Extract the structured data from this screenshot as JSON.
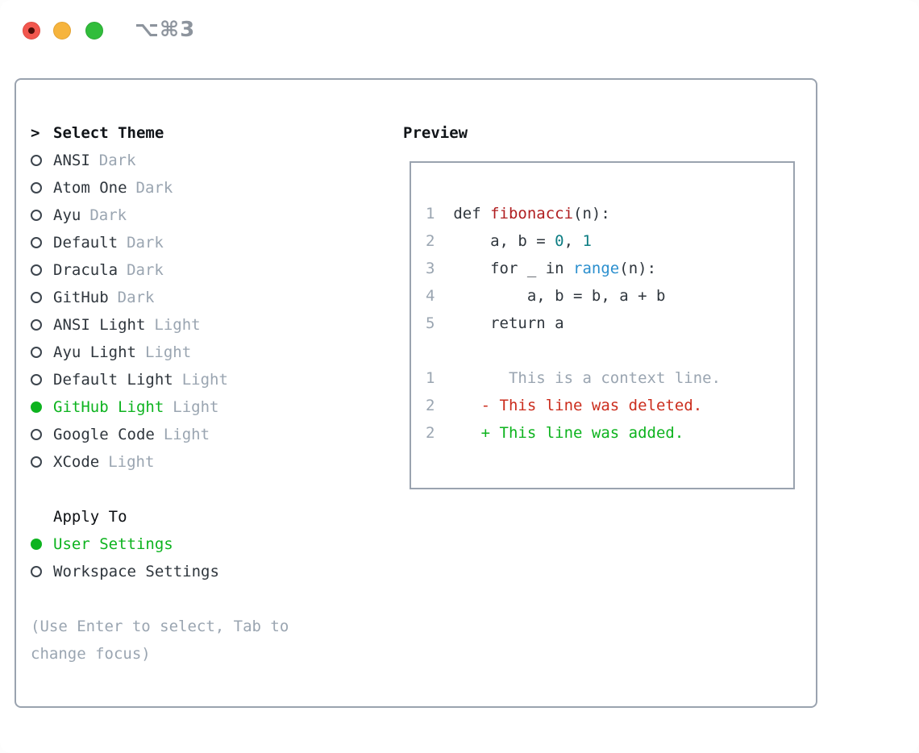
{
  "window": {
    "title": "⌥⌘3",
    "traffic_lights": {
      "red": "#f2574e",
      "yellow": "#f6b43d",
      "green": "#31bd3b"
    }
  },
  "theme_picker": {
    "prompt": ">",
    "header": "Select Theme",
    "items": [
      {
        "name": "ANSI",
        "variant": "Dark",
        "selected": false
      },
      {
        "name": "Atom One",
        "variant": "Dark",
        "selected": false
      },
      {
        "name": "Ayu",
        "variant": "Dark",
        "selected": false
      },
      {
        "name": "Default",
        "variant": "Dark",
        "selected": false
      },
      {
        "name": "Dracula",
        "variant": "Dark",
        "selected": false
      },
      {
        "name": "GitHub",
        "variant": "Dark",
        "selected": false
      },
      {
        "name": "ANSI Light",
        "variant": "Light",
        "selected": false
      },
      {
        "name": "Ayu Light",
        "variant": "Light",
        "selected": false
      },
      {
        "name": "Default Light",
        "variant": "Light",
        "selected": false
      },
      {
        "name": "GitHub Light",
        "variant": "Light",
        "selected": true
      },
      {
        "name": "Google Code",
        "variant": "Light",
        "selected": false
      },
      {
        "name": "XCode",
        "variant": "Light",
        "selected": false
      }
    ]
  },
  "apply_to": {
    "label": "Apply To",
    "options": [
      {
        "label": "User Settings",
        "selected": true
      },
      {
        "label": "Workspace Settings",
        "selected": false
      }
    ]
  },
  "footer": {
    "lines": [
      "(Use Enter to select, Tab to",
      "change focus)"
    ]
  },
  "preview": {
    "label": "Preview",
    "lines": [
      [
        {
          "t": "1",
          "c": "line-number"
        },
        {
          "t": "  def ",
          "c": "codetxt"
        },
        {
          "t": "fibonacci",
          "c": "function"
        },
        {
          "t": "(n):",
          "c": "codetxt"
        }
      ],
      [
        {
          "t": "2",
          "c": "line-number"
        },
        {
          "t": "      a, b = ",
          "c": "codetxt"
        },
        {
          "t": "0",
          "c": "literal"
        },
        {
          "t": ", ",
          "c": "codetxt"
        },
        {
          "t": "1",
          "c": "literal"
        }
      ],
      [
        {
          "t": "3",
          "c": "line-number"
        },
        {
          "t": "      for _ in ",
          "c": "codetxt"
        },
        {
          "t": "range",
          "c": "builtin"
        },
        {
          "t": "(n):",
          "c": "codetxt"
        }
      ],
      [
        {
          "t": "4",
          "c": "line-number"
        },
        {
          "t": "          a, b = b, a + b",
          "c": "codetxt"
        }
      ],
      [
        {
          "t": "5",
          "c": "line-number"
        },
        {
          "t": "      return a",
          "c": "codetxt"
        }
      ],
      [],
      [
        {
          "t": "1",
          "c": "line-number"
        },
        {
          "t": "        This is a context line.",
          "c": "context"
        }
      ],
      [
        {
          "t": "2",
          "c": "line-number"
        },
        {
          "t": "     ",
          "c": "codetxt"
        },
        {
          "t": "- This line was deleted.",
          "c": "deleted"
        }
      ],
      [
        {
          "t": "2",
          "c": "line-number"
        },
        {
          "t": "     ",
          "c": "codetxt"
        },
        {
          "t": "+ This line was added.",
          "c": "added"
        }
      ]
    ]
  },
  "colors": {
    "accent_green": "#0db31f",
    "function_red": "#b01e20",
    "deleted_red": "#cb2d1d",
    "added_green": "#0db31e",
    "literal_teal": "#0d7d83",
    "builtin_blue": "#2b8fce",
    "muted_gray": "#9aa5b1",
    "text_dark": "#2f363d",
    "border_gray": "#9aa3af"
  }
}
